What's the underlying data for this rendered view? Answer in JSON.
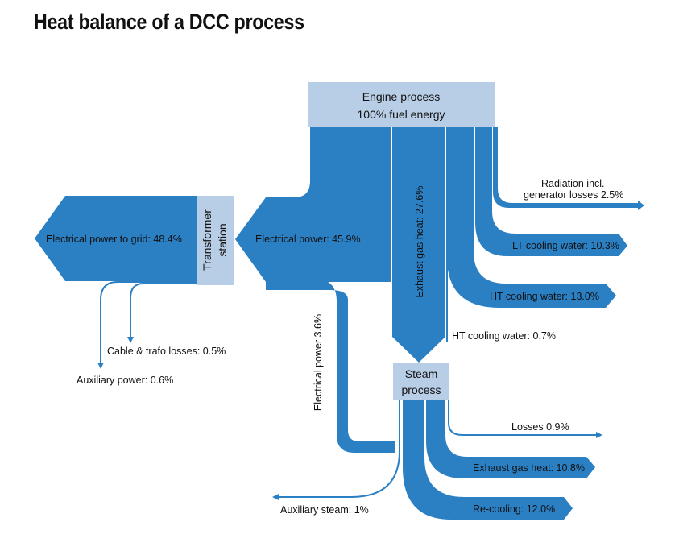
{
  "title": "Heat balance of a DCC process",
  "colors": {
    "flow": "#2b7fc3",
    "box": "#b8cde6",
    "text": "#111111"
  },
  "nodes": {
    "engine": {
      "line1": "Engine process",
      "line2": "100% fuel energy"
    },
    "transformer": {
      "line1": "Transformer",
      "line2": "station"
    },
    "steam": {
      "line1": "Steam",
      "line2": "process"
    }
  },
  "flows": {
    "electrical_power": "Electrical power: 45.9%",
    "electrical_power_grid": "Electrical power to grid: 48.4%",
    "exhaust_gas_heat": "Exhaust gas heat: 27.6%",
    "radiation_line1": "Radiation incl.",
    "radiation_line2": "generator losses 2.5%",
    "lt_cooling": "LT cooling water: 10.3%",
    "ht_cooling": "HT cooling water: 13.0%",
    "ht_cooling_small": "HT cooling water: 0.7%",
    "cable_trafo_losses": "Cable & trafo losses: 0.5%",
    "auxiliary_power": "Auxiliary power: 0.6%",
    "electrical_power_steam": "Electrical power 3.6%",
    "losses": "Losses 0.9%",
    "steam_exhaust_gas_heat": "Exhaust gas heat: 10.8%",
    "auxiliary_steam": "Auxiliary steam: 1%",
    "re_cooling": "Re-cooling: 12.0%"
  }
}
